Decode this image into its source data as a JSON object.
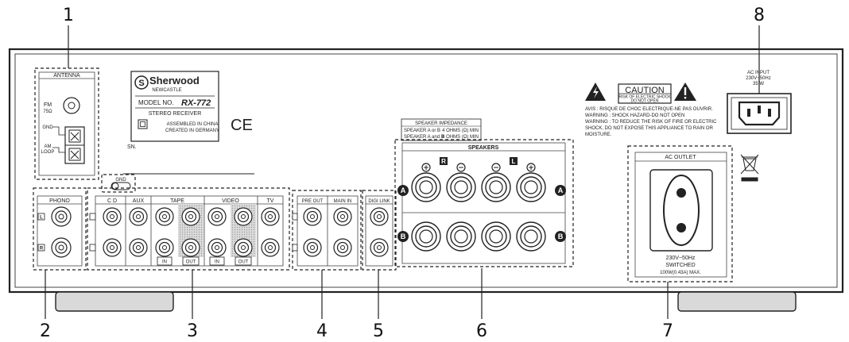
{
  "callouts": [
    "1",
    "2",
    "3",
    "4",
    "5",
    "6",
    "7",
    "8"
  ],
  "antenna": {
    "title": "ANTENNA",
    "fm": "FM",
    "fm_ohm": "75Ω",
    "gnd": "GND",
    "am": "AM",
    "loop": "LOOP"
  },
  "brand": {
    "name": "Sherwood",
    "sub": "NEWCASTLE",
    "model_prefix": "MODEL NO.",
    "model": "RX-772",
    "type": "STEREO RECEIVER",
    "assembled": "ASSEMBLED IN CHINA",
    "created": "CREATED IN GERMANY",
    "ce": "CE",
    "sn": "SN."
  },
  "gnd_terminal": "GND",
  "phono": {
    "title": "PHONO",
    "l": "L",
    "r": "R"
  },
  "inputs": {
    "cd": "C D",
    "aux": "AUX",
    "tape": "TAPE",
    "video": "VIDEO",
    "tv": "TV",
    "in": "IN",
    "out": "OUT"
  },
  "preout": {
    "pre_out": "PRE OUT",
    "main_in": "MAIN IN"
  },
  "digi": {
    "title": "DIGI LINK"
  },
  "speakers": {
    "impedance_title": "SPEAKER IMPEDANCE",
    "imp1_left": "SPEAKER A or B",
    "imp1_right": "4 OHMS (Ω) MIN",
    "imp2_left": "SPEAKER A and B",
    "imp2_right": "8 OHMS (Ω) MIN",
    "title": "SPEAKERS",
    "r": "R",
    "l": "L",
    "a": "A",
    "b": "B",
    "plus": "+",
    "minus": "−"
  },
  "caution": {
    "title": "CAUTION",
    "sub1": "RISK OF ELECTRIC SHOCK",
    "sub2": "DO NOT OPEN",
    "line1": "AVIS : RISQUE DE CHOC ELECTRIQUE-NE PAS OUVRIR.",
    "line2": "WARNING : SHOCK HAZARD-DO NOT OPEN",
    "line3": "WARNING : TO REDUCE THE RISK OF FIRE OR ELECTRIC",
    "line4": "SHOCK, DO NOT EXPOSE THIS APPLIANCE TO RAIN OR",
    "line5": "MOISTURE."
  },
  "ac_input": {
    "line1": "AC INPUT",
    "line2": "230V~50Hz",
    "line3": "35 W"
  },
  "ac_outlet": {
    "title": "AC OUTLET",
    "line1": "230V~50Hz",
    "line2": "SWITCHED",
    "line3": "100W(0.43A) MAX."
  }
}
